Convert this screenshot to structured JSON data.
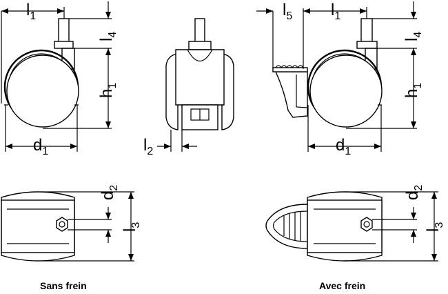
{
  "dimensions": {
    "l1": {
      "base": "l",
      "sub": "1"
    },
    "l2": {
      "base": "l",
      "sub": "2"
    },
    "l3": {
      "base": "l",
      "sub": "3"
    },
    "l4": {
      "base": "l",
      "sub": "4"
    },
    "l5": {
      "base": "l",
      "sub": "5"
    },
    "h1": {
      "base": "h",
      "sub": "1"
    },
    "d1": {
      "base": "d",
      "sub": "1"
    },
    "d2": {
      "base": "d",
      "sub": "2"
    }
  },
  "captions": {
    "without_brake": "Sans frein",
    "with_brake": "Avec frein"
  }
}
